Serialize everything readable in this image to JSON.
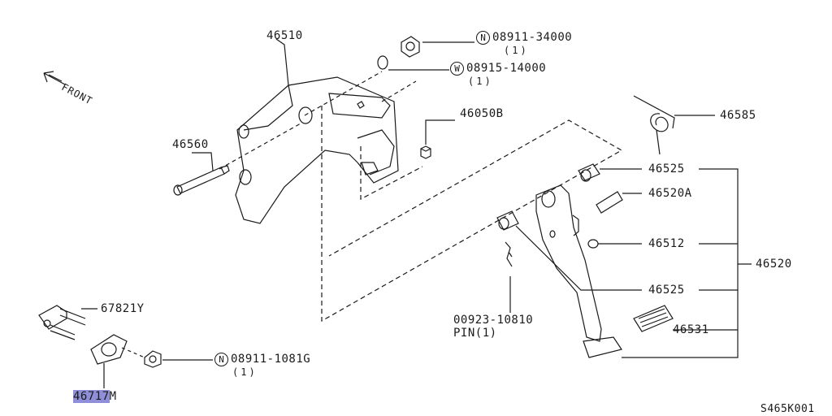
{
  "parts": {
    "bracket": "46510",
    "nut_top": "08911-34000",
    "nut_top_prefix": "N",
    "nut_top_qty": "(1)",
    "washer": "08915-14000",
    "washer_prefix": "W",
    "washer_qty": "(1)",
    "stopper": "46050B",
    "bolt": "46560",
    "spring": "46585",
    "bushing_upper": "46525",
    "shaft": "46520A",
    "stopper_rubber": "46512",
    "pedal_assy": "46520",
    "bushing_lower": "46525",
    "pin": "00923-10810",
    "pin_label": "PIN(1)",
    "pad": "46531",
    "bolt_plate": "67821Y",
    "gasket_highlight": "46717",
    "gasket_suffix": "M",
    "nut_bottom": "08911-1081G",
    "nut_bottom_prefix": "N",
    "nut_bottom_qty": "(1)"
  },
  "front_label": "FRONT",
  "figure_code": "S465K001",
  "colors": {
    "highlight": "#8f8fd9",
    "line": "#1a1a1a"
  }
}
